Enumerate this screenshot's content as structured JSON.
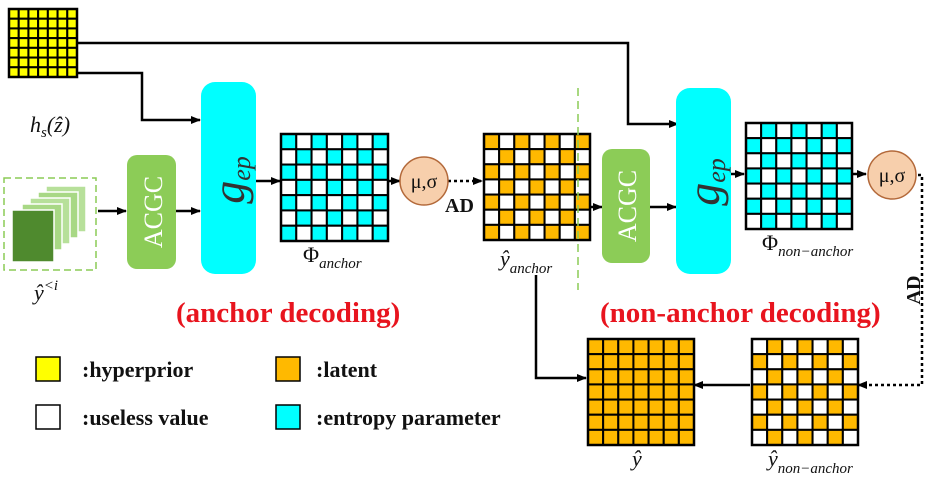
{
  "blocks": {
    "acgc_label": "ACGC",
    "gep_label": "g",
    "gep_sub": "ep",
    "musigma_label": "μ,σ",
    "ad_label": "AD"
  },
  "inputs": {
    "hyperprior_fn": "h",
    "hyperprior_sub": "s",
    "hyperprior_arg": "(ẑ)",
    "latent_prev": "ŷ",
    "latent_prev_sup": "<i"
  },
  "outputs": {
    "phi_anchor": "Φ",
    "phi_anchor_sub": "anchor",
    "phi_nonanchor": "Φ",
    "phi_nonanchor_sub": "non−anchor",
    "y_anchor": "ŷ",
    "y_anchor_sub": "anchor",
    "y_nonanchor": "ŷ",
    "y_nonanchor_sub": "non−anchor",
    "y_full": "ŷ"
  },
  "titles": {
    "anchor": "(anchor decoding)",
    "nonanchor": "(non-anchor decoding)"
  },
  "legend": [
    {
      "label": ":hyperprior",
      "color": "#ffff00"
    },
    {
      "label": ":latent",
      "color": "#ffb900"
    },
    {
      "label": ":useless value",
      "color": "#ffffff"
    },
    {
      "label": ":entropy parameter",
      "color": "#00ffff"
    }
  ],
  "colors": {
    "hyperprior": "#ffff00",
    "latent": "#ffb900",
    "useless": "#ffffff",
    "entropy": "#00ffff",
    "acgc": "#8ccc57",
    "gep": "#00ffff",
    "musigma": "#f7cfac",
    "title_red": "#e8141e"
  }
}
